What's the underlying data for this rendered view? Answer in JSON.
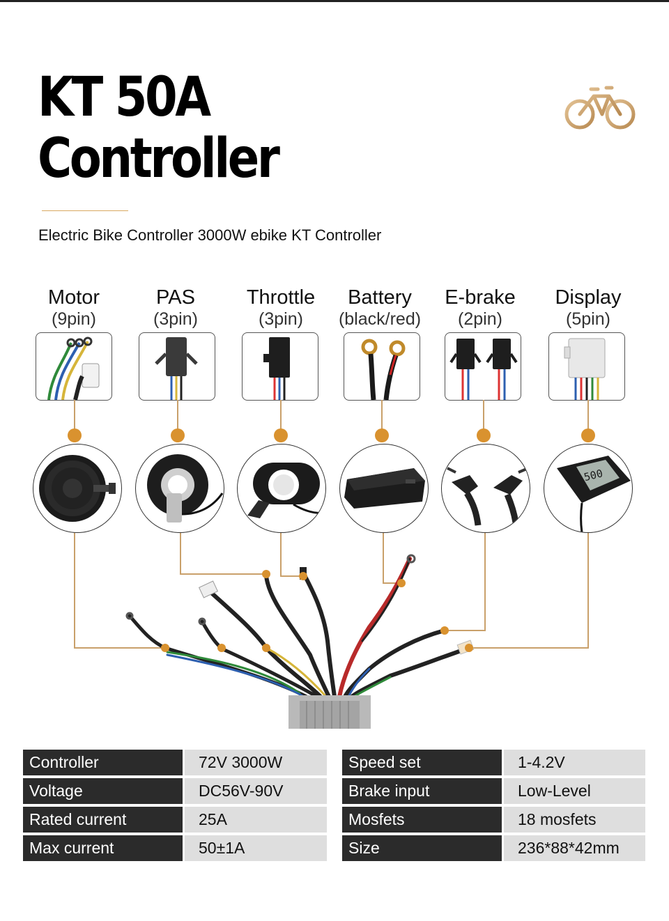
{
  "header": {
    "title_line1": "KT 50A",
    "title_line2": "Controller",
    "subtitle": "Electric Bike Controller 3000W ebike KT Controller"
  },
  "colors": {
    "accent": "#d9922f",
    "logo_gold": "#c9a06a",
    "spec_key_bg": "#2b2b2b",
    "spec_value_bg": "#dedede"
  },
  "components": [
    {
      "name": "Motor",
      "pins": "(9pin)",
      "icon": "hub-motor-icon"
    },
    {
      "name": "PAS",
      "pins": "(3pin)",
      "icon": "pas-sensor-icon"
    },
    {
      "name": "Throttle",
      "pins": "(3pin)",
      "icon": "thumb-throttle-icon"
    },
    {
      "name": "Battery",
      "pins": "(black/red)",
      "icon": "battery-pack-icon"
    },
    {
      "name": "E-brake",
      "pins": "(2pin)",
      "icon": "brake-lever-icon"
    },
    {
      "name": "Display",
      "pins": "(5pin)",
      "icon": "lcd-display-icon"
    }
  ],
  "display_readout": "500",
  "specs_left": [
    {
      "key": "Controller",
      "value": "72V  3000W"
    },
    {
      "key": "Voltage",
      "value": "DC56V-90V"
    },
    {
      "key": "Rated current",
      "value": "25A"
    },
    {
      "key": "Max current",
      "value": "50±1A"
    }
  ],
  "specs_right": [
    {
      "key": "Speed set",
      "value": "1-4.2V"
    },
    {
      "key": "Brake input",
      "value": "Low-Level"
    },
    {
      "key": "Mosfets",
      "value": "18 mosfets"
    },
    {
      "key": "Size",
      "value": "236*88*42mm"
    }
  ]
}
